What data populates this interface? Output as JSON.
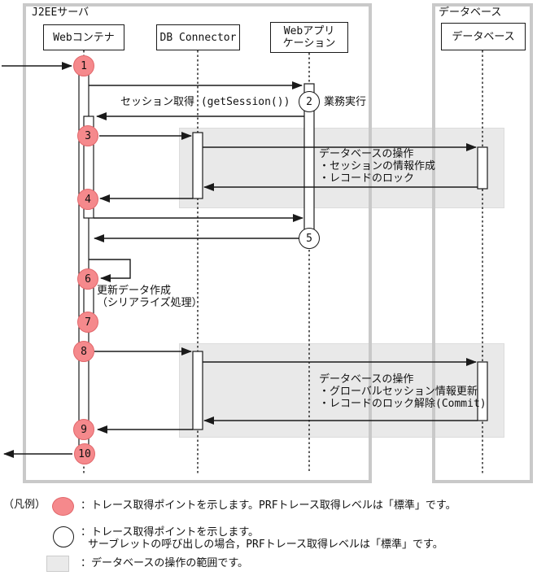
{
  "diagram": {
    "frames": {
      "j2ee_label": "J2EEサーバ",
      "db_label": "データベース"
    },
    "participants": {
      "web_container": "Webコンテナ",
      "db_connector": "DB Connector",
      "web_app_line1": "Webアプリ",
      "web_app_line2": "ケーション",
      "database": "データベース"
    },
    "circles": {
      "c1": "1",
      "c2": "2",
      "c3": "3",
      "c4": "4",
      "c5": "5",
      "c6": "6",
      "c7": "7",
      "c8": "8",
      "c9": "9",
      "c10": "10"
    },
    "messages": {
      "session_get": "セッション取得 (getSession())",
      "business_exec": "業務実行",
      "db_op1": {
        "line1": "データベースの操作",
        "line2": "・セッションの情報作成",
        "line3": "・レコードのロック"
      },
      "update_data": {
        "line1": "更新データ作成",
        "line2": "（シリアライズ処理）"
      },
      "db_op2": {
        "line1": "データベースの操作",
        "line2": "・グローバルセッション情報更新",
        "line3": "・レコードのロック解除(Commit)"
      }
    },
    "colors": {
      "trace_point_fill": "#f5898c",
      "trace_point_border": "#e2676b",
      "operation_range_fill": "#e9e9e9",
      "frame_border": "#c9c9c9"
    }
  },
  "legend": {
    "title": "（凡例）",
    "item_pink": "：トレース取得ポイントを示します。PRFトレース取得レベルは「標準」です。",
    "item_white_line1": "：トレース取得ポイントを示します。",
    "item_white_line2": "サーブレットの呼び出しの場合，PRFトレース取得レベルは「標準」です。",
    "item_gray": "：データベースの操作の範囲です。"
  }
}
